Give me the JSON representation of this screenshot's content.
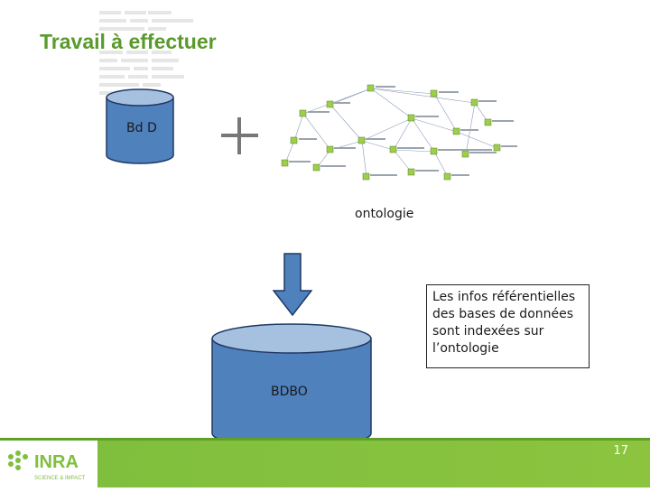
{
  "slide": {
    "title": "Travail à effectuer",
    "page_number": "17"
  },
  "databases": {
    "source_label": "Bd D",
    "target_label": "BDBO"
  },
  "ontology": {
    "label": "ontologie"
  },
  "note": {
    "text": "Les infos référentielles des bases de données sont indexées sur l’ontologie"
  },
  "logo": {
    "name": "INRA",
    "tagline": "SCIENCE & IMPACT"
  },
  "colors": {
    "title_green": "#5a9a2c",
    "cylinder_fill": "#4f81bd",
    "cylinder_top": "#a6c0e0",
    "cylinder_stroke": "#1f3864",
    "footer_green": "#8cc43f"
  }
}
